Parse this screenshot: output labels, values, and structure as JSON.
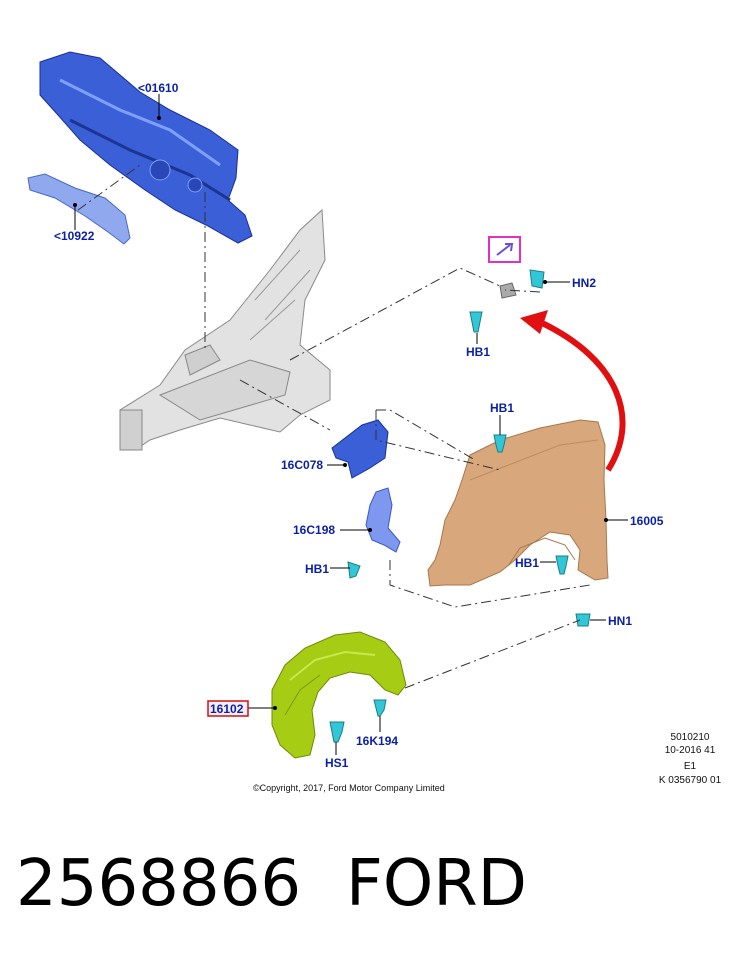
{
  "callouts": {
    "dash_panel": "<01610",
    "crossmember": "<10922",
    "hn2": "HN2",
    "hb1_top": "HB1",
    "hb1_fender_top": "HB1",
    "bracket_c078": "16C078",
    "bracket_c198": "16C198",
    "hb1_left": "HB1",
    "hb1_fender_right": "HB1",
    "fender": "16005",
    "hn1": "HN1",
    "wheelhouse_liner": "16102",
    "clip_k194": "16K194",
    "hs1": "HS1"
  },
  "copyright": "©Copyright, 2017, Ford Motor Company Limited",
  "codes": [
    "5010210",
    "10-2016 41",
    "E1",
    "K 0356790 01"
  ],
  "part_number": "2568866",
  "brand": "FORD",
  "colors": {
    "callout_text": "#0a1fa8",
    "dash_panel": "#3a5fd6",
    "fender": "#d9a77c",
    "liner": "#a6cc14",
    "fastener": "#33c6d6",
    "arrow": "#e01010",
    "highlight_box": "#e030c8",
    "liner_label_box": "#d01010"
  }
}
